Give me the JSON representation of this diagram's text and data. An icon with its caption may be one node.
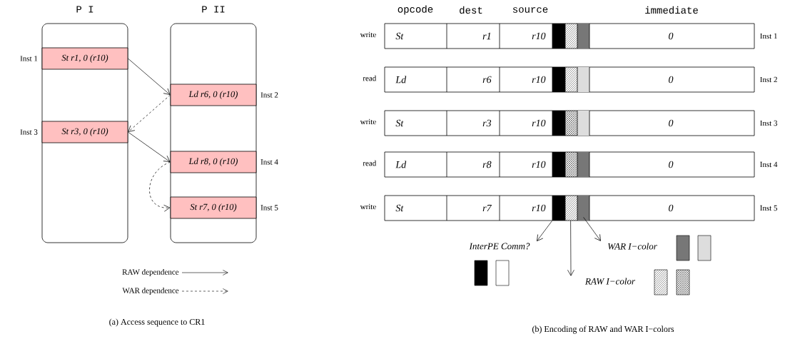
{
  "diagram": {
    "nodes": [
      {
        "text": [
          "P I"
        ]
      },
      {
        "text": [
          "St r1, 0 (r10)"
        ],
        "in": 0,
        "beside": [
          "Inst 1"
        ]
      },
      {
        "text": [
          "St r3, 0 (r10)"
        ],
        "in": 0,
        "beside": [
          "Inst 3"
        ]
      },
      {
        "text": [
          "P II"
        ]
      },
      {
        "text": [
          "Ld r6, 0 (r10)"
        ],
        "in": 3,
        "beside": [
          "Inst 2"
        ]
      },
      {
        "text": [
          "Ld r8, 0 (r10)"
        ],
        "in": 3,
        "beside": [
          "Inst 4"
        ]
      },
      {
        "text": [
          "St r7, 0 (r10)"
        ],
        "in": 3,
        "beside": [
          "Inst 5"
        ]
      },
      {
        "text": [
          "St",
          "r1",
          "r10",
          "0"
        ],
        "beside": [
          "write",
          "Inst 1"
        ]
      },
      {
        "text": [
          "Ld",
          "r6",
          "r10",
          "0"
        ],
        "beside": [
          "read",
          "Inst 2"
        ]
      },
      {
        "text": [
          "St",
          "r3",
          "r10",
          "0"
        ],
        "beside": [
          "write",
          "Inst 3"
        ]
      },
      {
        "text": [
          "Ld",
          "r8",
          "r10",
          "0"
        ],
        "beside": [
          "read",
          "Inst 4"
        ]
      },
      {
        "text": [
          "St",
          "r7",
          "r10",
          "0"
        ],
        "beside": [
          "write",
          "Inst 5"
        ]
      },
      {
        "text": [
          "InterPE Comm?"
        ]
      },
      {
        "text": [
          "RAW I−color"
        ]
      },
      {
        "text": [
          "WAR I−color"
        ]
      }
    ],
    "edges": [
      {
        "from": 1,
        "to": 4,
        "arrow": "to"
      },
      {
        "from": 4,
        "to": 2,
        "arrow": "to",
        "style": "dashed"
      },
      {
        "from": 2,
        "to": 5,
        "arrow": "to"
      },
      {
        "from": 5,
        "to": 6,
        "arrow": "to",
        "style": "dashed"
      },
      {
        "from": 11,
        "to": 12,
        "arrow": "to"
      },
      {
        "from": 11,
        "to": 13,
        "arrow": "to"
      },
      {
        "from": 11,
        "to": 14,
        "arrow": "to"
      }
    ],
    "labels": [
      "opcode",
      "dest",
      "source",
      "immediate",
      "(a) Access sequence to CR1",
      "(b) Encoding of RAW and WAR I−colors"
    ],
    "legend": [
      {
        "text": "RAW dependence"
      },
      {
        "text": "WAR dependence"
      }
    ]
  }
}
